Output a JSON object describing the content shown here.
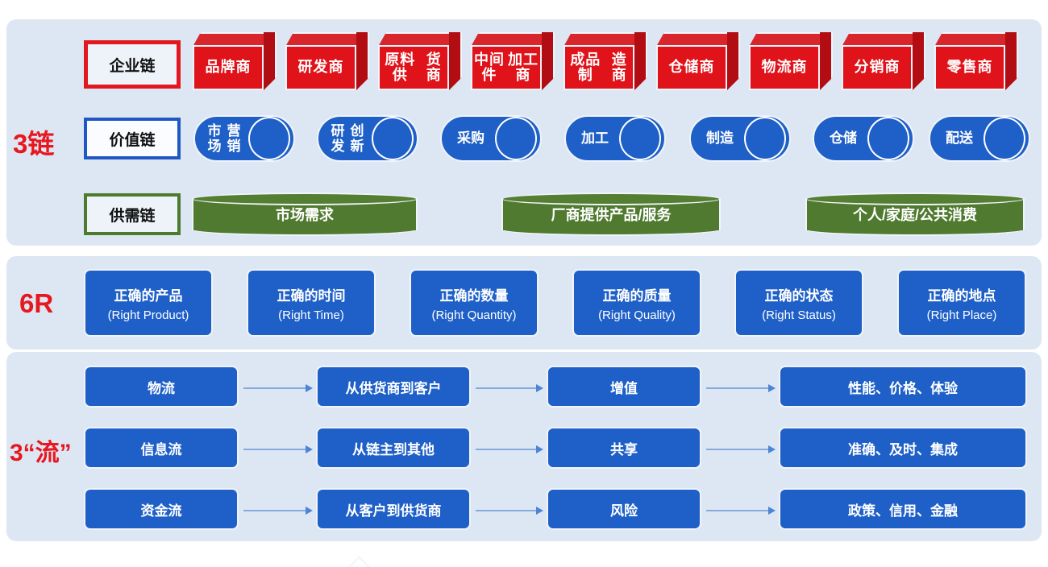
{
  "panels": {
    "chains": {
      "name": "3链"
    },
    "six_r": {
      "name": "6R"
    },
    "flows": {
      "name": "3“流”"
    }
  },
  "chain_tags": {
    "enterprise": "企业链",
    "value": "价值链",
    "supply_demand": "供需链"
  },
  "enterprise_chain": {
    "nodes": [
      {
        "label": "品牌商"
      },
      {
        "label": "研发商"
      },
      {
        "label": "原料供\n货商"
      },
      {
        "label": "中间件\n加工商"
      },
      {
        "label": "成品制\n造商"
      },
      {
        "label": "仓储商"
      },
      {
        "label": "物流商"
      },
      {
        "label": "分销商"
      },
      {
        "label": "零售商"
      }
    ]
  },
  "value_chain": {
    "nodes": [
      {
        "label": "市场\n营销"
      },
      {
        "label": "研发\n创新"
      },
      {
        "label": "采购"
      },
      {
        "label": "加工"
      },
      {
        "label": "制造"
      },
      {
        "label": "仓储"
      },
      {
        "label": "配送"
      }
    ]
  },
  "supply_demand_chain": {
    "nodes": [
      {
        "label": "市场需求"
      },
      {
        "label": "厂商提供产品/服务"
      },
      {
        "label": "个人/家庭/公共消费"
      }
    ]
  },
  "six_r": {
    "items": [
      {
        "cn": "正确的产品",
        "en": "(Right Product)"
      },
      {
        "cn": "正确的时间",
        "en": "(Right Time)"
      },
      {
        "cn": "正确的数量",
        "en": "(Right Quantity)"
      },
      {
        "cn": "正确的质量",
        "en": "(Right Quality)"
      },
      {
        "cn": "正确的状态",
        "en": "(Right Status)"
      },
      {
        "cn": "正确的地点",
        "en": "(Right Place)"
      }
    ]
  },
  "flows": {
    "rows": [
      {
        "c1": "物流",
        "c2": "从供货商到客户",
        "c3": "增值",
        "c4": "性能、价格、体验"
      },
      {
        "c1": "信息流",
        "c2": "从链主到其他",
        "c3": "共享",
        "c4": "准确、及时、集成"
      },
      {
        "c1": "资金流",
        "c2": "从客户到供货商",
        "c3": "风险",
        "c4": "政策、信用、金融"
      }
    ]
  },
  "colors": {
    "panel_bg": "#dde7f3",
    "red": "#e0121a",
    "red_dark": "#b10d13",
    "red_top": "#d9262c",
    "blue": "#1f60c8",
    "green": "#4f7a2f",
    "label_red": "#e8161f",
    "arrow": "#86a9de"
  }
}
